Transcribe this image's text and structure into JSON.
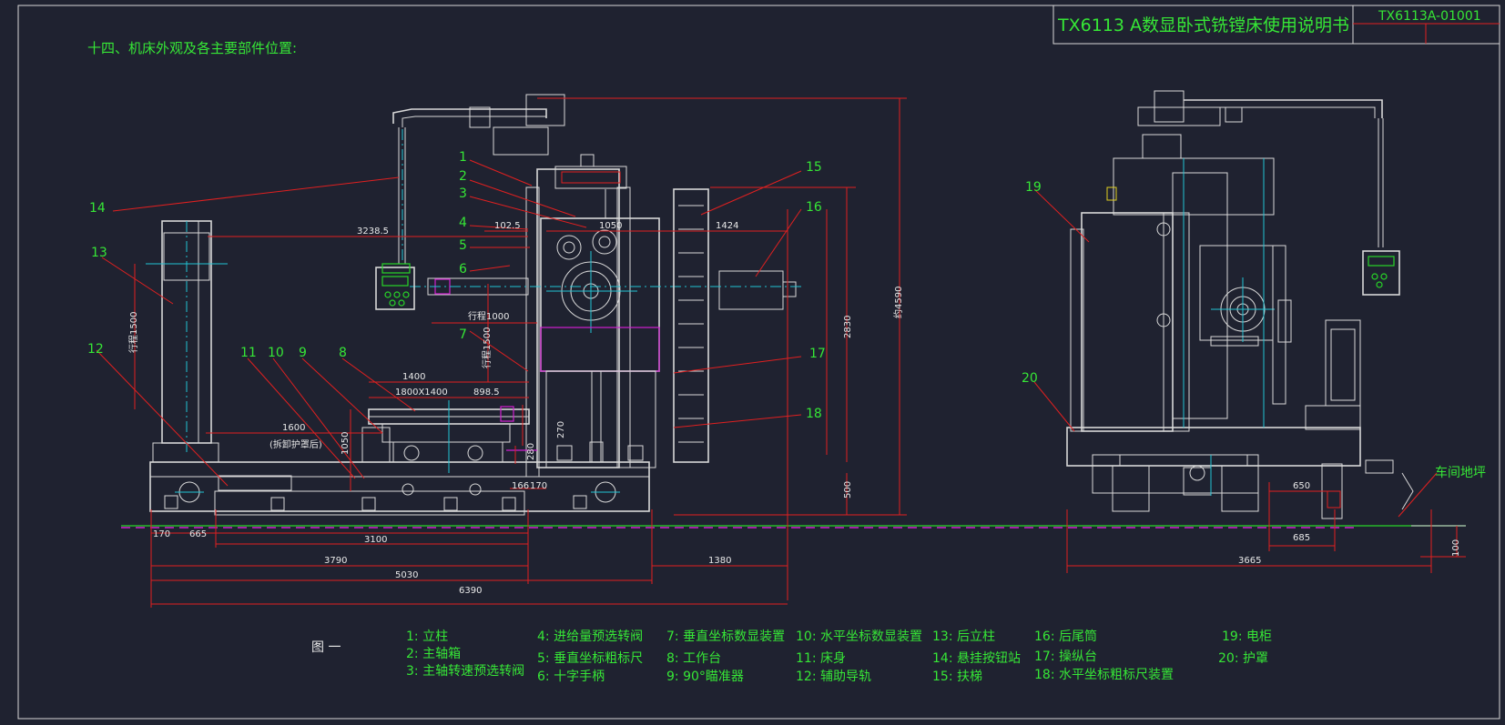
{
  "title_block": {
    "title": "TX6113 A数显卧式铣镗床使用说明书",
    "drawing_no": "TX6113A-01001"
  },
  "section_heading": "十四、机床外观及各主要部件位置:",
  "figure_label": "图 一",
  "floor_label": "车间地坪",
  "callouts": [
    "1",
    "2",
    "3",
    "4",
    "5",
    "6",
    "7",
    "8",
    "9",
    "10",
    "11",
    "12",
    "13",
    "14",
    "15",
    "16",
    "17",
    "18",
    "19",
    "20"
  ],
  "dimensions": {
    "d3238": "3238.5",
    "d102": "102.5",
    "d1050a": "1050",
    "d1424": "1424",
    "d1000": "行程1000",
    "d1500v": "行程1500",
    "d1500c": "行程1500",
    "d2830": "2830",
    "d4590": "约4590",
    "d500": "500",
    "d1400": "1400",
    "d1800": "1800X1400",
    "d898": "898.5",
    "d1600": "1600",
    "d_remark": "(拆卸护罩后)",
    "d1050b": "1050",
    "d270": "270",
    "d280": "280",
    "d166": "166",
    "d170a": "170",
    "d170": "170",
    "d665": "665",
    "d3100": "3100",
    "d3790": "3790",
    "d5030": "5030",
    "d6390": "6390",
    "d1380": "1380",
    "d3665": "3665",
    "d650": "650",
    "d685": "685",
    "d100": "100"
  },
  "legend": [
    [
      "1: 立柱",
      "2: 主轴箱",
      "3: 主轴转速预选转阀"
    ],
    [
      "4: 进给量预选转阀",
      "5: 垂直坐标粗标尺",
      "6: 十字手柄"
    ],
    [
      "7: 垂直坐标数显装置",
      "8: 工作台",
      "9:  90°瞄准器"
    ],
    [
      "10: 水平坐标数显装置",
      "11: 床身",
      "12: 辅助导轨"
    ],
    [
      "13: 后立柱",
      "14: 悬挂按钮站",
      "15: 扶梯"
    ],
    [
      "16: 后尾筒",
      "17: 操纵台",
      "18: 水平坐标粗标尺装置"
    ],
    [
      "19: 电柜",
      "20: 护罩"
    ]
  ]
}
